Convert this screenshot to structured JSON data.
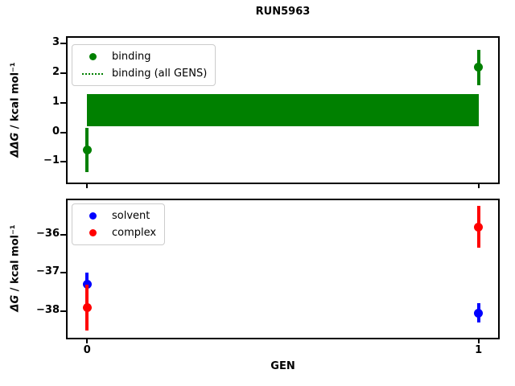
{
  "title": "RUN5963",
  "xlabel": "GEN",
  "colors": {
    "binding": "#008000",
    "solvent": "#0000ff",
    "complex": "#ff0000",
    "axes": "#000000",
    "legend_border": "#cccccc"
  },
  "chart_data": [
    {
      "type": "scatter",
      "name": "ddg-vs-gen",
      "ylabel_math": "ΔΔG",
      "ylabel_rest": " / kcal mol⁻¹",
      "xlim": [
        -0.05,
        1.05
      ],
      "ylim": [
        -1.7,
        3.2
      ],
      "grid": false,
      "legend_position": "upper left",
      "yticks": [
        {
          "v": 3,
          "label": "3"
        },
        {
          "v": 2,
          "label": "2"
        },
        {
          "v": 1,
          "label": "1"
        },
        {
          "v": 0,
          "label": "0"
        },
        {
          "v": -1,
          "label": "−1"
        }
      ],
      "xticks": [
        {
          "v": 0,
          "label": ""
        },
        {
          "v": 1,
          "label": ""
        }
      ],
      "series": [
        {
          "name": "binding",
          "color": "#008000",
          "marker": "circle",
          "x": [
            0,
            1
          ],
          "y": [
            -0.6,
            2.2
          ],
          "yerr": [
            0.75,
            0.6
          ]
        }
      ],
      "band": {
        "label": "binding (all GENS)",
        "color": "#008000",
        "x_range": [
          0,
          1
        ],
        "y_range": [
          0.2,
          1.3
        ]
      },
      "legend": [
        {
          "label": "binding",
          "marker": "dot",
          "color": "#008000"
        },
        {
          "label": "binding (all GENS)",
          "marker": "dotted-line",
          "color": "#008000"
        }
      ]
    },
    {
      "type": "scatter",
      "name": "dg-vs-gen",
      "ylabel_math": "ΔG",
      "ylabel_rest": " / kcal mol⁻¹",
      "xlim": [
        -0.05,
        1.05
      ],
      "ylim": [
        -38.7,
        -35.1
      ],
      "grid": false,
      "legend_position": "upper left",
      "yticks": [
        {
          "v": -36,
          "label": "−36"
        },
        {
          "v": -37,
          "label": "−37"
        },
        {
          "v": -38,
          "label": "−38"
        }
      ],
      "xticks": [
        {
          "v": 0,
          "label": "0"
        },
        {
          "v": 1,
          "label": "1"
        }
      ],
      "series": [
        {
          "name": "solvent",
          "color": "#0000ff",
          "marker": "circle",
          "x": [
            0,
            1
          ],
          "y": [
            -37.3,
            -38.05
          ],
          "yerr": [
            0.3,
            0.25
          ]
        },
        {
          "name": "complex",
          "color": "#ff0000",
          "marker": "circle",
          "x": [
            0,
            1
          ],
          "y": [
            -37.9,
            -35.8
          ],
          "yerr": [
            0.6,
            0.55
          ]
        }
      ],
      "legend": [
        {
          "label": "solvent",
          "marker": "dot",
          "color": "#0000ff"
        },
        {
          "label": "complex",
          "marker": "dot",
          "color": "#ff0000"
        }
      ]
    }
  ]
}
